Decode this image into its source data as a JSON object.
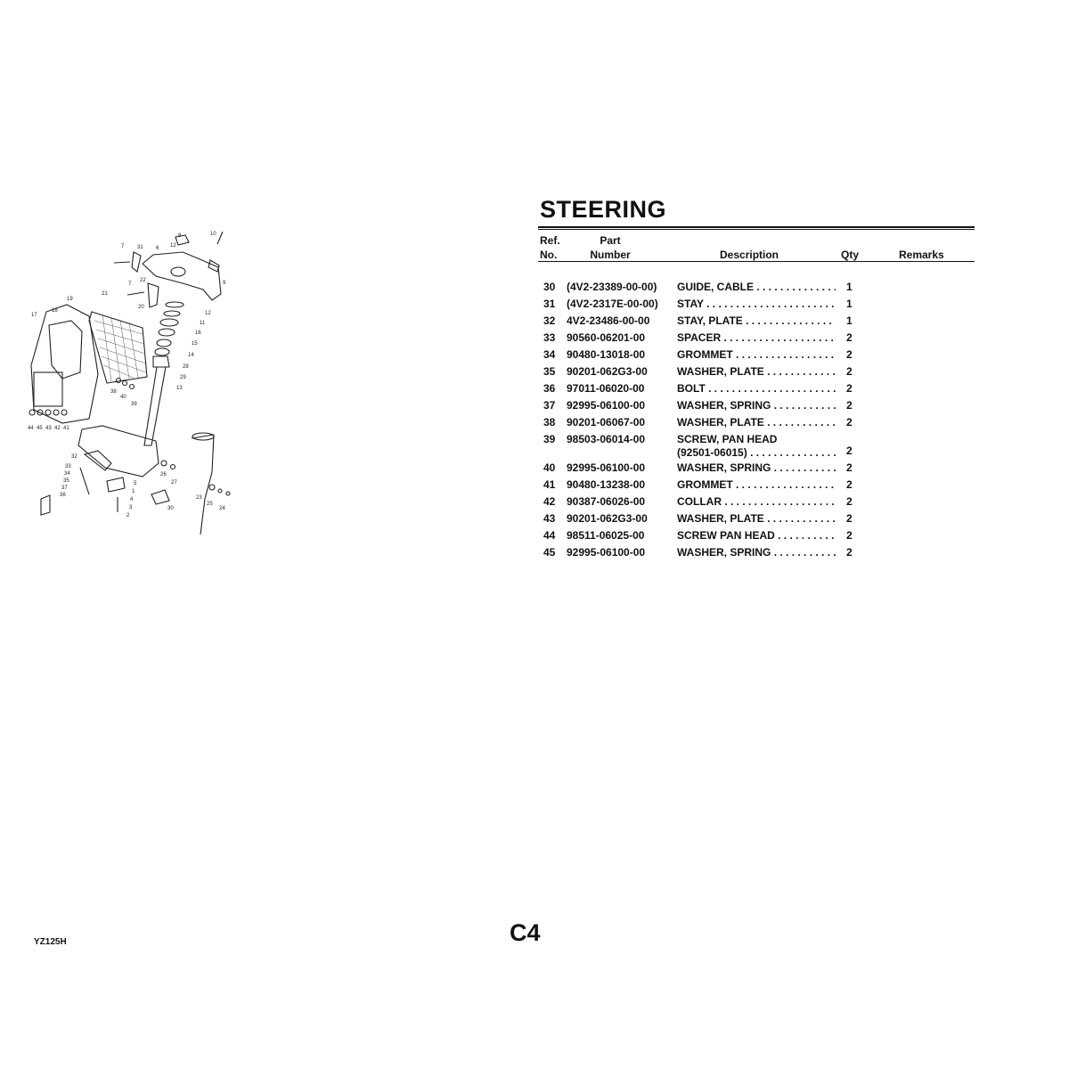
{
  "title": "STEERING",
  "table": {
    "headers": {
      "ref_line1": "Ref.",
      "ref_line2": "No.",
      "part_line1": "Part",
      "part_line2": "Number",
      "description": "Description",
      "qty": "Qty",
      "remarks": "Remarks"
    },
    "rows": [
      {
        "ref": "30",
        "part": "(4V2-23389-00-00)",
        "desc": "GUIDE, CABLE",
        "qty": "1"
      },
      {
        "ref": "31",
        "part": "(4V2-2317E-00-00)",
        "desc": "STAY",
        "qty": "1"
      },
      {
        "ref": "32",
        "part": "4V2-23486-00-00",
        "desc": "STAY, PLATE",
        "qty": "1"
      },
      {
        "ref": "33",
        "part": "90560-06201-00",
        "desc": "SPACER",
        "qty": "2"
      },
      {
        "ref": "34",
        "part": "90480-13018-00",
        "desc": "GROMMET",
        "qty": "2"
      },
      {
        "ref": "35",
        "part": "90201-062G3-00",
        "desc": "WASHER, PLATE",
        "qty": "2"
      },
      {
        "ref": "36",
        "part": "97011-06020-00",
        "desc": "BOLT",
        "qty": "2"
      },
      {
        "ref": "37",
        "part": "92995-06100-00",
        "desc": "WASHER, SPRING",
        "qty": "2"
      },
      {
        "ref": "38",
        "part": "90201-06067-00",
        "desc": "WASHER, PLATE",
        "qty": "2"
      },
      {
        "ref": "39",
        "part": "98503-06014-00",
        "desc": "SCREW, PAN HEAD",
        "desc2": "(92501-06015)",
        "qty": "2"
      },
      {
        "ref": "40",
        "part": "92995-06100-00",
        "desc": "WASHER, SPRING",
        "qty": "2"
      },
      {
        "ref": "41",
        "part": "90480-13238-00",
        "desc": "GROMMET",
        "qty": "2"
      },
      {
        "ref": "42",
        "part": "90387-06026-00",
        "desc": "COLLAR",
        "qty": "2"
      },
      {
        "ref": "43",
        "part": "90201-062G3-00",
        "desc": "WASHER, PLATE",
        "qty": "2"
      },
      {
        "ref": "44",
        "part": "98511-06025-00",
        "desc": "SCREW PAN HEAD",
        "qty": "2"
      },
      {
        "ref": "45",
        "part": "92995-06100-00",
        "desc": "WASHER, SPRING",
        "qty": "2"
      }
    ]
  },
  "diagram": {
    "callouts": [
      "8",
      "10",
      "7",
      "31",
      "6",
      "12",
      "9",
      "7",
      "22",
      "21",
      "19",
      "18",
      "17",
      "20",
      "12",
      "11",
      "16",
      "15",
      "14",
      "28",
      "29",
      "13",
      "38",
      "40",
      "39",
      "44",
      "45",
      "43",
      "42",
      "41",
      "32",
      "33",
      "34",
      "35",
      "37",
      "36",
      "5",
      "1",
      "4",
      "3",
      "2",
      "26",
      "27",
      "30",
      "23",
      "25",
      "24"
    ]
  },
  "footer": {
    "model": "YZ125H",
    "page": "C4"
  }
}
